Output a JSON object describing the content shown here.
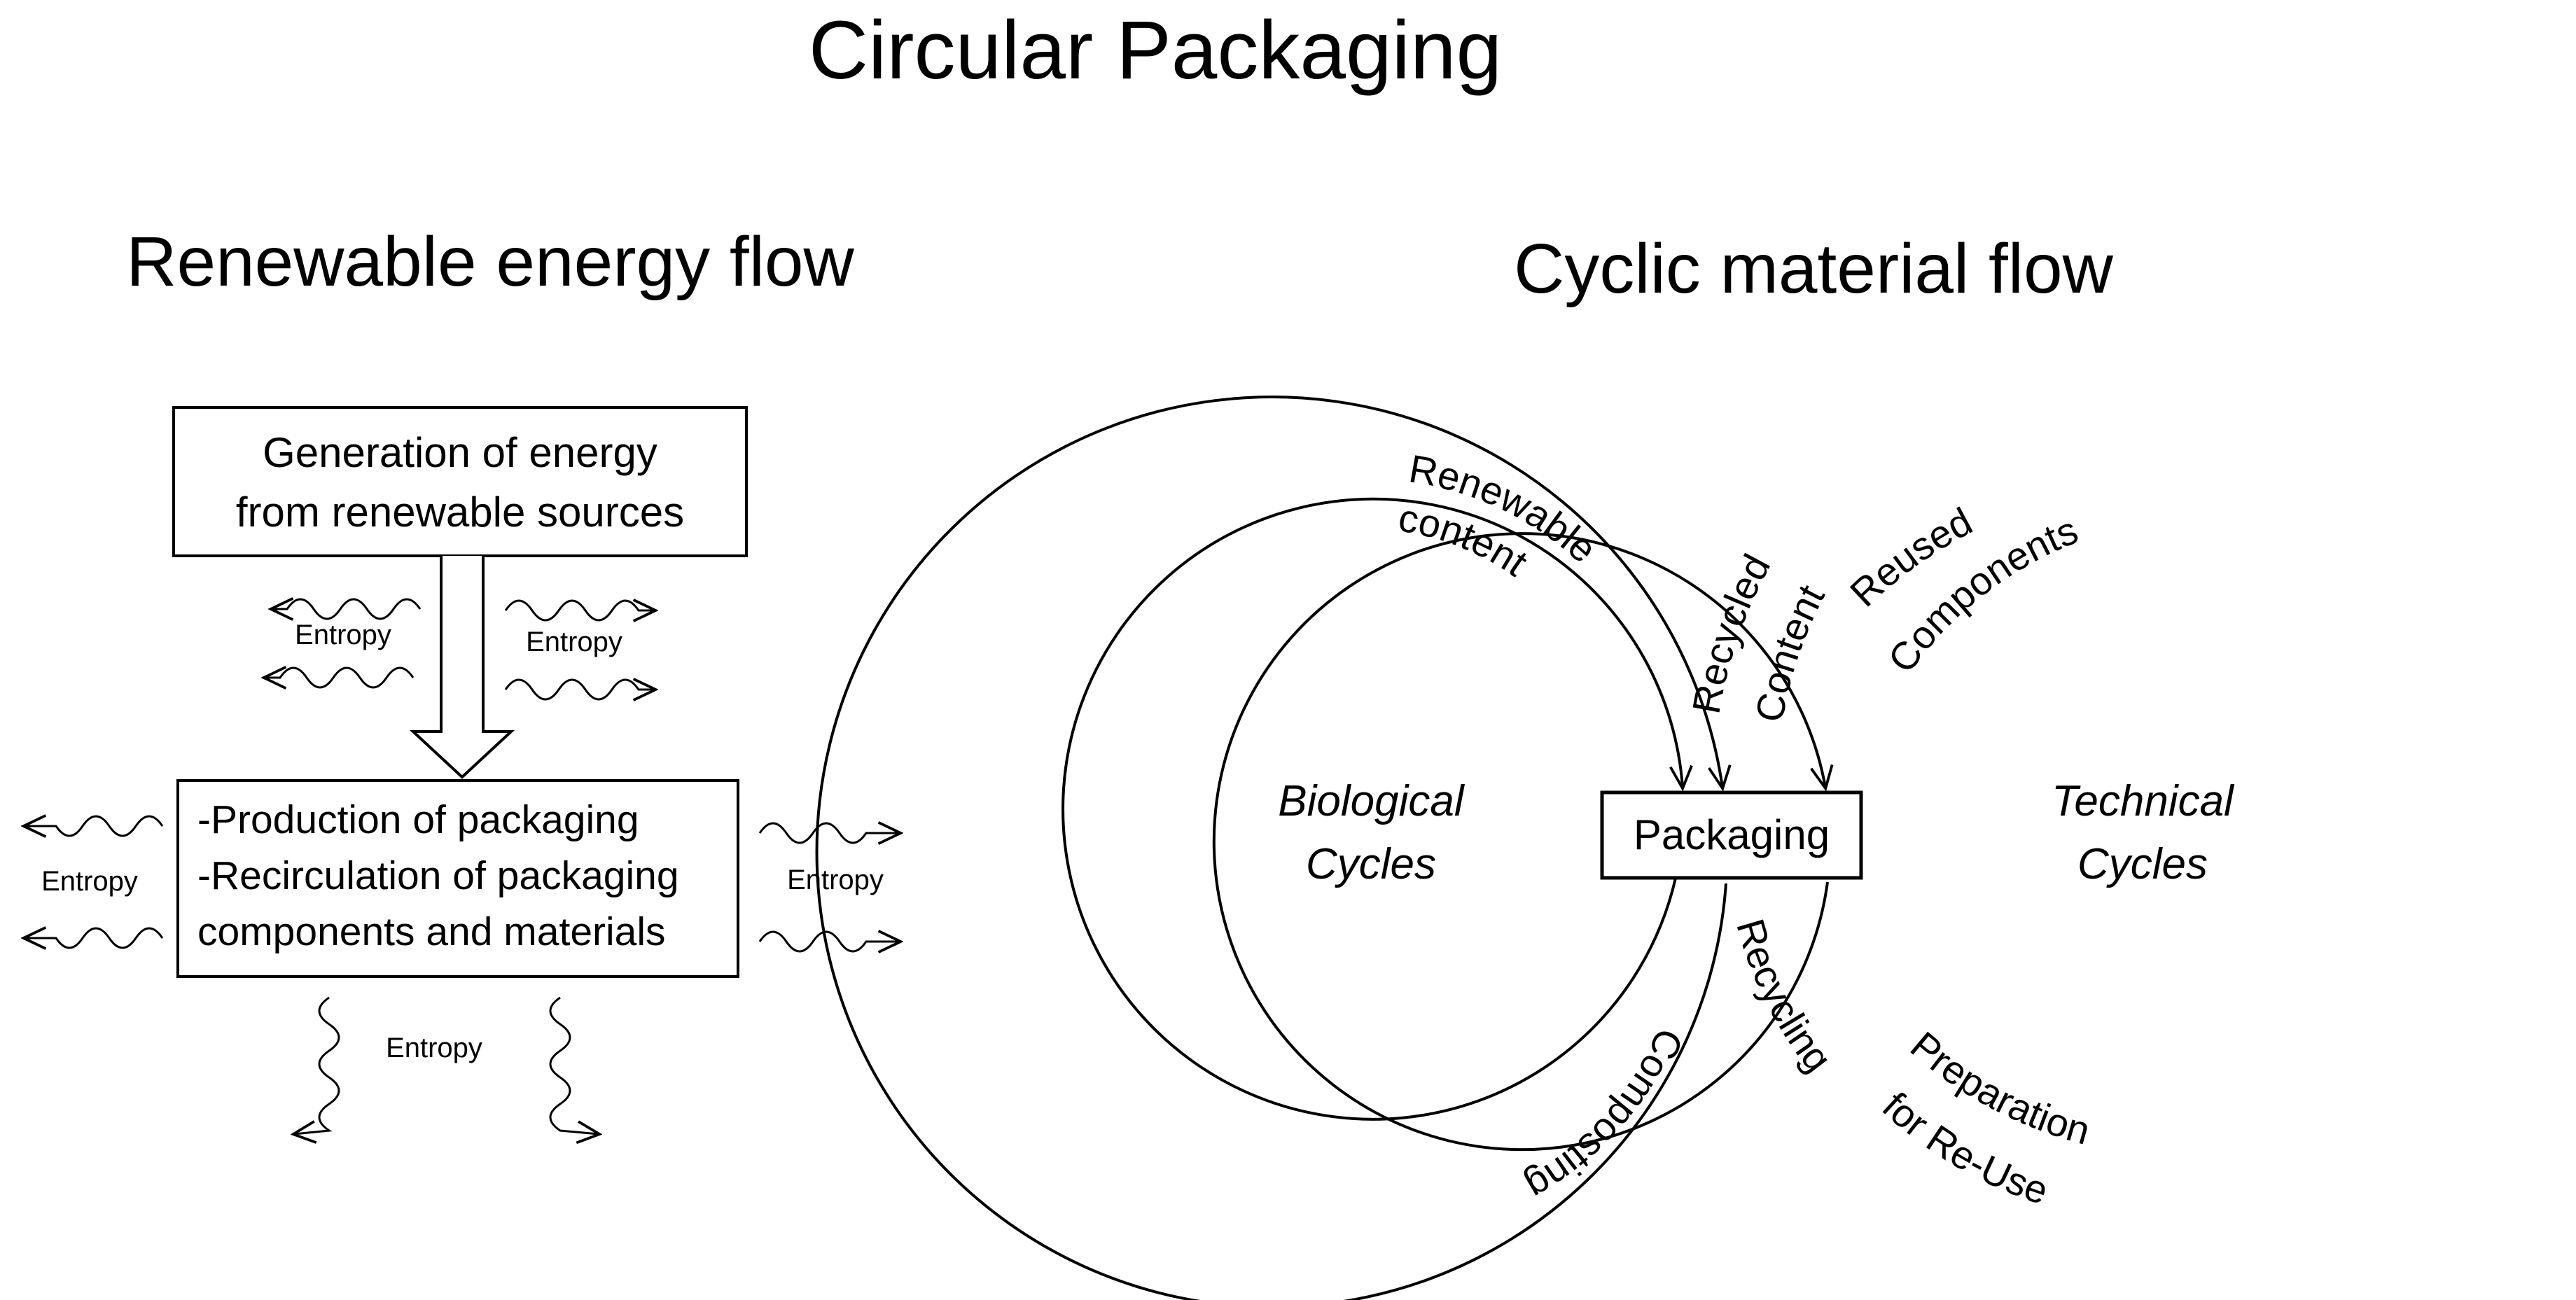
{
  "title": "Circular Packaging",
  "left": {
    "heading": "Renewable energy flow",
    "top_box": [
      "Generation of energy",
      "from renewable sources"
    ],
    "bottom_box": [
      "-Production of packaging",
      "-Recirculation of packaging",
      "components and materials"
    ],
    "entropy_label": "Entropy"
  },
  "right": {
    "heading": "Cyclic material flow",
    "center_box": "Packaging",
    "biological": [
      "Biological",
      "Cycles"
    ],
    "technical": [
      "Technical",
      "Cycles"
    ],
    "arc_labels": {
      "renewable": [
        "Renewable",
        "content"
      ],
      "recycled": [
        "Recycled",
        "Content"
      ],
      "reused": [
        "Reused",
        "Components"
      ],
      "composting": "Composting",
      "recycling": "Recycling",
      "preparation": [
        "Preparation",
        "for Re-Use"
      ]
    }
  }
}
